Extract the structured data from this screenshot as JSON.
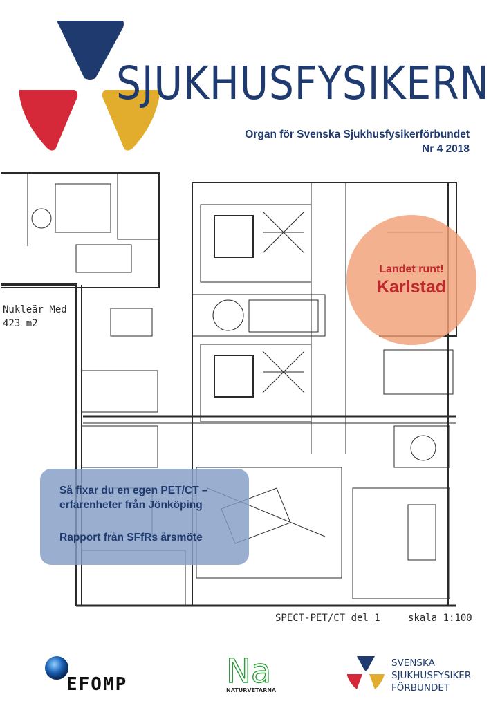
{
  "masthead": {
    "title": "SJUKHUSFYSIKERN",
    "colors": {
      "navy": "#1f3a6e",
      "red": "#d5293a",
      "gold": "#e2ac2c"
    }
  },
  "subtitle": {
    "organ": "Organ för Svenska Sjukhusfysikerförbundet",
    "issue": "Nr 4 2018"
  },
  "floorplan": {
    "room_label": "Nukleär Med",
    "room_area": "423 m2",
    "caption": "SPECT-PET/CT  del 1",
    "scale": "skala 1:100"
  },
  "bubble": {
    "line1": "Landet runt!",
    "line2": "Karlstad",
    "color": "#f2a078"
  },
  "teasers": {
    "item1_line1": "Så fixar du en egen PET/CT –",
    "item1_line2": "erfarenheter från Jönköping",
    "item2": "Rapport från SFfRs årsmöte"
  },
  "footer_logos": {
    "efomp": "EFOMP",
    "naturvetarna_mark": "Na",
    "naturvetarna": "NATURVETARNA",
    "sfe_line1": "SVENSKA",
    "sfe_line2": "SJUKHUSFYSIKER",
    "sfe_line3": "FÖRBUNDET"
  }
}
